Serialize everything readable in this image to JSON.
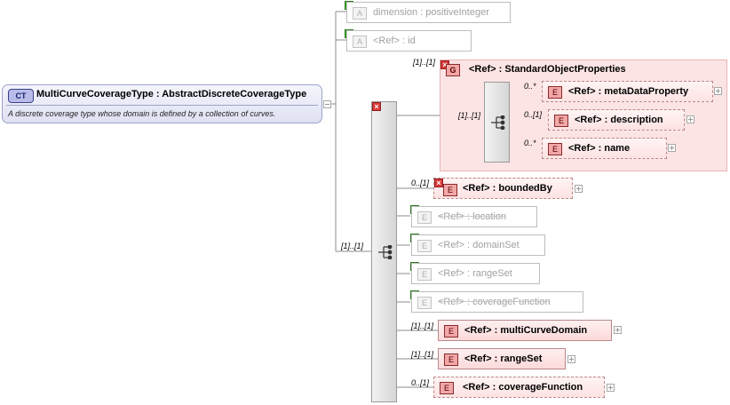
{
  "root": {
    "badge": "CT",
    "title": "MultiCurveCoverageType : AbstractDiscreteCoverageType",
    "description": "A discrete coverage type whose domain is defined by a collection of curves."
  },
  "attributes": [
    {
      "badge": "A",
      "label": "dimension  : positiveInteger"
    },
    {
      "badge": "A",
      "label": "<Ref>     : id"
    }
  ],
  "main_sequence": {
    "multiplicity": "[1]..[1]"
  },
  "group": {
    "badge": "G",
    "label": "<Ref>     : StandardObjectProperties",
    "multiplicity": "[1]..[1]",
    "sequence_multiplicity": "[1]..[1]",
    "children": [
      {
        "multiplicity": "0..*",
        "badge": "E",
        "label": "<Ref>     : metaDataProperty"
      },
      {
        "multiplicity": "0..[1]",
        "badge": "E",
        "label": "<Ref>     : description"
      },
      {
        "multiplicity": "0..*",
        "badge": "E",
        "label": "<Ref>     : name"
      }
    ]
  },
  "elements": [
    {
      "multiplicity": "0..[1]",
      "badge": "E",
      "label": "<Ref>     : boundedBy",
      "state": "prohibited"
    },
    {
      "multiplicity": "",
      "badge": "E",
      "label": "<Ref>     : location",
      "state": "disabled"
    },
    {
      "multiplicity": "",
      "badge": "E",
      "label": "<Ref>     : domainSet",
      "state": "disabled"
    },
    {
      "multiplicity": "",
      "badge": "E",
      "label": "<Ref>     : rangeSet",
      "state": "disabled"
    },
    {
      "multiplicity": "",
      "badge": "E",
      "label": "<Ref>     : coverageFunction",
      "state": "disabled"
    },
    {
      "multiplicity": "[1]..[1]",
      "badge": "E",
      "label": "<Ref>     : multiCurveDomain",
      "state": "required"
    },
    {
      "multiplicity": "[1]..[1]",
      "badge": "E",
      "label": "<Ref>     : rangeSet",
      "state": "required"
    },
    {
      "multiplicity": "0..[1]",
      "badge": "E",
      "label": "<Ref>     : coverageFunction",
      "state": "optional"
    }
  ],
  "colors": {
    "element_fill": "#fcd9d9",
    "group_fill": "#fde4e4",
    "complex_type_fill": "#dfe1f4",
    "enabled_icon": "#3fae2a",
    "prohibited_icon": "#d83a3a"
  },
  "icons": {
    "enabled": "plus-icon",
    "prohibited": "x-icon",
    "sequence": "sequence-icon",
    "expand": "expand-icon"
  }
}
